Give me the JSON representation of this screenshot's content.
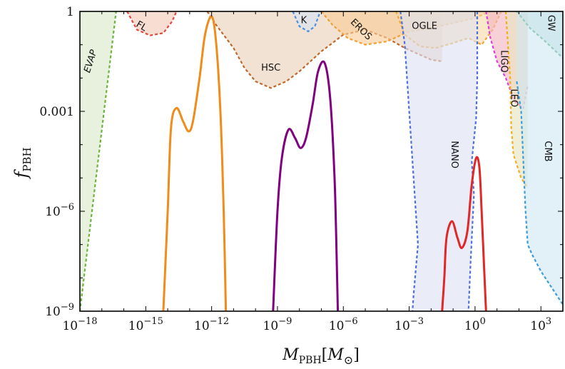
{
  "chart_data": {
    "type": "area",
    "title": "",
    "xlabel": "M_PBH[M_⊙]",
    "ylabel": "f_PBH",
    "xlabel_parts": {
      "main": "M",
      "main_sub": "PBH",
      "unit_open": "[",
      "unit": "M",
      "unit_sub": "⊙",
      "unit_close": "]"
    },
    "ylabel_parts": {
      "main": "f",
      "sub": "PBH"
    },
    "x_scale": "log",
    "y_scale": "log",
    "xlim": [
      1e-18,
      10000.0
    ],
    "ylim": [
      1e-09,
      1
    ],
    "x_ticks": [
      {
        "value": 1e-18,
        "base": "10",
        "exp": "−18"
      },
      {
        "value": 1e-15,
        "base": "10",
        "exp": "−15"
      },
      {
        "value": 1e-12,
        "base": "10",
        "exp": "−12"
      },
      {
        "value": 1e-09,
        "base": "10",
        "exp": "−9"
      },
      {
        "value": 1e-06,
        "base": "10",
        "exp": "−6"
      },
      {
        "value": 0.001,
        "base": "10",
        "exp": "−3"
      },
      {
        "value": 1,
        "base": "10",
        "exp": "0"
      },
      {
        "value": 1000.0,
        "base": "10",
        "exp": "3"
      }
    ],
    "y_ticks": [
      {
        "value": 1e-09,
        "base": "10",
        "exp": "−9",
        "plain": ""
      },
      {
        "value": 1e-06,
        "base": "10",
        "exp": "−6",
        "plain": ""
      },
      {
        "value": 0.001,
        "base": "",
        "exp": "",
        "plain": "0.001"
      },
      {
        "value": 1,
        "base": "",
        "exp": "",
        "plain": "1"
      }
    ],
    "grid": false,
    "constraints": [
      {
        "label": "EVAP",
        "fill": "#d8e8c8",
        "stroke": "#6cb43c",
        "label_at": [
          -17.5,
          -1.5
        ],
        "label_rot": -72,
        "boundary": [
          [
            -18,
            -9
          ],
          [
            -16.35,
            0
          ]
        ]
      },
      {
        "label": "FL",
        "fill": "#f4c8b8",
        "stroke": "#e0483c",
        "label_at": [
          -15.2,
          -0.45
        ],
        "label_rot": 30,
        "boundary": [
          [
            -15.85,
            0
          ],
          [
            -15.4,
            -0.55
          ],
          [
            -14.8,
            -0.72
          ],
          [
            -14.2,
            -0.65
          ],
          [
            -13.8,
            -0.3
          ],
          [
            -13.6,
            0
          ]
        ]
      },
      {
        "label": "HSC",
        "fill": "#ead0b8",
        "stroke": "#c0682c",
        "label_at": [
          -9.3,
          -1.7
        ],
        "label_rot": 0,
        "boundary": [
          [
            -12.2,
            0
          ],
          [
            -11.8,
            -0.4
          ],
          [
            -11,
            -1.1
          ],
          [
            -10.5,
            -1.7
          ],
          [
            -10,
            -2.1
          ],
          [
            -9.3,
            -2.3
          ],
          [
            -8.6,
            -2.1
          ],
          [
            -8,
            -1.8
          ],
          [
            -7,
            -1.2
          ],
          [
            -6,
            -0.7
          ],
          [
            -5,
            -0.55
          ],
          [
            -4,
            -0.8
          ],
          [
            -3.2,
            -1.1
          ],
          [
            -2,
            -1.45
          ],
          [
            -1.5,
            -1.5
          ]
        ]
      },
      {
        "label": "K",
        "fill": "#d8e4f4",
        "stroke": "#4c90dc",
        "label_at": [
          -7.8,
          -0.28
        ],
        "label_rot": 0,
        "boundary": [
          [
            -8.3,
            0
          ],
          [
            -8.0,
            -0.45
          ],
          [
            -7.6,
            -0.6
          ],
          [
            -7.3,
            -0.45
          ],
          [
            -7.05,
            0
          ]
        ]
      },
      {
        "label": "EROS",
        "fill": "#f8cc98",
        "stroke": "#f0a030",
        "label_at": [
          -5.2,
          -0.55
        ],
        "label_rot": 45,
        "boundary": [
          [
            -7,
            0
          ],
          [
            -6.5,
            -0.4
          ],
          [
            -5.8,
            -0.8
          ],
          [
            -5,
            -1.0
          ],
          [
            -4,
            -0.9
          ],
          [
            -3,
            -0.6
          ],
          [
            -2,
            -0.5
          ],
          [
            -1,
            -0.35
          ],
          [
            0,
            -0.2
          ],
          [
            0.7,
            0
          ]
        ]
      },
      {
        "label": "OGLE",
        "fill": "#f8d8a8",
        "stroke": "#f0a830",
        "label_at": [
          -2.3,
          -0.45
        ],
        "label_rot": 0,
        "boundary": [
          [
            -3.6,
            0
          ],
          [
            -3.2,
            -0.7
          ],
          [
            -2.5,
            -1.05
          ],
          [
            -1.8,
            -1.1
          ],
          [
            -1,
            -0.95
          ],
          [
            -0.3,
            -0.8
          ],
          [
            0.3,
            -1.0
          ],
          [
            0.8,
            -0.55
          ],
          [
            1.2,
            0
          ]
        ]
      },
      {
        "label": "NANO",
        "fill": "#dde0f2",
        "stroke": "#4c70dc",
        "label_at": [
          -0.95,
          -4.3
        ],
        "label_rot": 90,
        "boundary": [
          [
            -3.4,
            0
          ],
          [
            -3.2,
            -1
          ],
          [
            -3.0,
            -3
          ],
          [
            -2.8,
            -5
          ],
          [
            -2.6,
            -7
          ],
          [
            -2.8,
            -8.5
          ],
          [
            -2.85,
            -9
          ]
        ],
        "boundary_right": [
          [
            0.1,
            0
          ],
          [
            0.1,
            -2
          ],
          [
            0.05,
            -3.2
          ],
          [
            -0.15,
            -4.5
          ],
          [
            -0.05,
            -5.5
          ],
          [
            -0.2,
            -7.5
          ],
          [
            -0.3,
            -9
          ]
        ]
      },
      {
        "label": "LIGO",
        "fill": "#f4b4c0",
        "stroke": "#d840d8",
        "label_at": [
          1.3,
          -1.5
        ],
        "label_rot": 90,
        "boundary": [
          [
            0.5,
            0
          ],
          [
            0.7,
            -0.8
          ],
          [
            1.0,
            -1.5
          ],
          [
            1.4,
            -2.0
          ],
          [
            1.8,
            -2.7
          ],
          [
            2.2,
            -2.9
          ],
          [
            2.4,
            -2.2
          ]
        ]
      },
      {
        "label": "LEO",
        "fill": "#e8e4c0",
        "stroke": "#f0b020",
        "label_at": [
          1.75,
          -2.6
        ],
        "label_rot": 90,
        "boundary": [
          [
            1.4,
            0
          ],
          [
            1.5,
            -1
          ],
          [
            1.6,
            -2
          ],
          [
            1.65,
            -3.5
          ],
          [
            1.75,
            -4.3
          ],
          [
            2.1,
            -5.0
          ],
          [
            2.4,
            -5.3
          ]
        ]
      },
      {
        "label": "GW",
        "fill": "#bcd8d8",
        "stroke": "#3ca060",
        "label_at": [
          3.45,
          -0.35
        ],
        "label_rot": 90,
        "boundary": [
          [
            1.9,
            0
          ],
          [
            2.5,
            -0.5
          ],
          [
            3.2,
            -0.9
          ],
          [
            4,
            -1.4
          ]
        ]
      },
      {
        "label": "CMB",
        "fill": "#cfe8f2",
        "stroke": "#3c9cd8",
        "label_at": [
          3.3,
          -4.2
        ],
        "label_rot": 90,
        "boundary": [
          [
            1.9,
            -2.1
          ],
          [
            2.1,
            -3.0
          ],
          [
            2.2,
            -4.5
          ],
          [
            2.3,
            -6.0
          ],
          [
            2.4,
            -7.0
          ],
          [
            2.6,
            -7.3
          ],
          [
            3,
            -7.8
          ],
          [
            4,
            -8.8
          ]
        ]
      }
    ],
    "series": [
      {
        "color": "#f08c1c",
        "points": [
          [
            -14.2,
            -9
          ],
          [
            -14.0,
            -6
          ],
          [
            -13.85,
            -3.5
          ],
          [
            -13.6,
            -2.9
          ],
          [
            -13.3,
            -3.3
          ],
          [
            -13.05,
            -3.6
          ],
          [
            -12.85,
            -3.3
          ],
          [
            -12.55,
            -2.0
          ],
          [
            -12.3,
            -0.7
          ],
          [
            -12.0,
            -0.15
          ],
          [
            -11.8,
            -0.9
          ],
          [
            -11.6,
            -3
          ],
          [
            -11.45,
            -6
          ],
          [
            -11.35,
            -9
          ]
        ]
      },
      {
        "color": "#800080",
        "points": [
          [
            -9.2,
            -9
          ],
          [
            -9.0,
            -6
          ],
          [
            -8.8,
            -4.4
          ],
          [
            -8.5,
            -3.55
          ],
          [
            -8.2,
            -3.8
          ],
          [
            -7.95,
            -4.1
          ],
          [
            -7.7,
            -3.8
          ],
          [
            -7.4,
            -2.8
          ],
          [
            -7.15,
            -1.8
          ],
          [
            -6.85,
            -1.55
          ],
          [
            -6.6,
            -2.6
          ],
          [
            -6.4,
            -5
          ],
          [
            -6.3,
            -7.5
          ],
          [
            -6.25,
            -9
          ]
        ]
      },
      {
        "color": "#e02828",
        "points": [
          [
            -1.5,
            -9
          ],
          [
            -1.4,
            -8
          ],
          [
            -1.3,
            -6.8
          ],
          [
            -1.05,
            -6.3
          ],
          [
            -0.8,
            -6.8
          ],
          [
            -0.6,
            -7.1
          ],
          [
            -0.35,
            -6.6
          ],
          [
            -0.15,
            -5.2
          ],
          [
            0.05,
            -4.4
          ],
          [
            0.2,
            -4.7
          ],
          [
            0.3,
            -6
          ],
          [
            0.4,
            -7.5
          ],
          [
            0.5,
            -9
          ]
        ]
      }
    ]
  }
}
